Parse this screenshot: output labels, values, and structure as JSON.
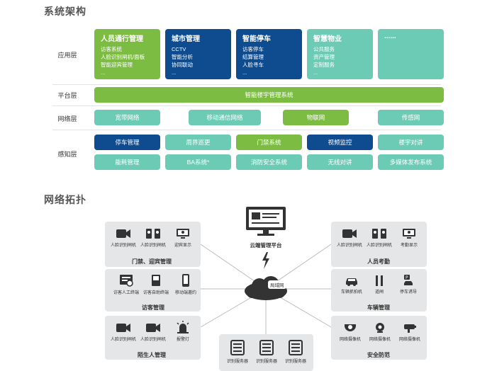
{
  "titles": {
    "architecture": "系统架构",
    "topology": "网络拓扑"
  },
  "layers": {
    "application": "应用层",
    "platform": "平台层",
    "network": "网络层",
    "perception": "感知层"
  },
  "apps": [
    {
      "title": "人员通行管理",
      "lines": [
        "访客系统",
        "人脸识别闸机/面板",
        "智能迎宾管理",
        "..."
      ],
      "color": "#7cbc42"
    },
    {
      "title": "城市管理",
      "lines": [
        "CCTV",
        "智能分析",
        "协同联动",
        "..."
      ],
      "color": "#0e4c8f"
    },
    {
      "title": "智能停车",
      "lines": [
        "访客停车",
        "结算管理",
        "人脸寻车",
        "..."
      ],
      "color": "#0e4c8f"
    },
    {
      "title": "智慧物业",
      "lines": [
        "公共服务",
        "资产管理",
        "定制服务",
        "..."
      ],
      "color": "#6ccbb5"
    },
    {
      "title": "......",
      "lines": [],
      "color": "#6ccbb5"
    }
  ],
  "platform_bar": "智能楼宇管理系统",
  "network_items": [
    "宽带网络",
    "移动通信网络",
    "物联网",
    "传感网"
  ],
  "perception_row1": [
    "停车管理",
    "周界巡更",
    "门禁系统",
    "视频监控",
    "楼宇对讲"
  ],
  "perception_row2": [
    "能耗管理",
    "BA系统*",
    "消防安全系统",
    "无线对讲",
    "多媒体发布系统"
  ],
  "topology": {
    "cloud_platform": "云端管理平台",
    "lan": "局域网",
    "groups": {
      "access": {
        "title": "门禁、迎宾管理",
        "devices": [
          "人脸识别闸机",
          "人脸识别闸机",
          "迎宾显示"
        ]
      },
      "visitor": {
        "title": "访客管理",
        "devices": [
          "访客人工终端",
          "访客自助终端",
          "移动端邀约"
        ]
      },
      "stranger": {
        "title": "陌生人管理",
        "devices": [
          "人脸识别闸机",
          "人脸识别闸机",
          "报警灯"
        ]
      },
      "servers": {
        "devices": [
          "识别服务器",
          "识别服务器",
          "识别服务器"
        ]
      },
      "attendance": {
        "title": "人员考勤",
        "devices": [
          "人脸识别闸机",
          "人脸识别闸机",
          "考勤显示"
        ]
      },
      "vehicle": {
        "title": "车辆管理",
        "devices": [
          "车辆抓拍机",
          "道闸",
          "停车诱导"
        ]
      },
      "security": {
        "title": "安全防范",
        "devices": [
          "网络摄像机",
          "网络摄像机",
          "网络摄像机"
        ]
      }
    }
  }
}
